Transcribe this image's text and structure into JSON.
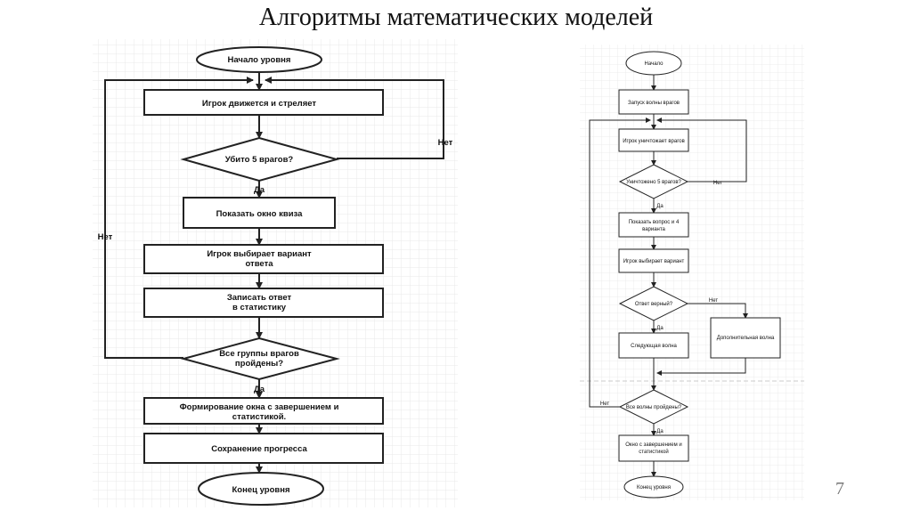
{
  "slide": {
    "title": "Алгоритмы математических моделей",
    "page_number": "7"
  },
  "left_flowchart": {
    "start": "Начало уровня",
    "step_move": "Игрок движется и стреляет",
    "decision_kills": "Убито 5 врагов?",
    "step_quiz": "Показать окно квиза",
    "step_choose_1": "Игрок выбирает вариант",
    "step_choose_2": "ответа",
    "step_record_1": "Записать ответ",
    "step_record_2": "в статистику",
    "decision_groups_1": "Все группы врагов",
    "decision_groups_2": "пройдены?",
    "step_window": "Формирование окна с завершением и",
    "step_window_2": "статистикой.",
    "step_save": "Сохранение прогресса",
    "end": "Конец уровня",
    "label_yes": "Да",
    "label_no": "Нет"
  },
  "right_flowchart": {
    "start": "Начало",
    "step_wave": "Запуск волны врагов",
    "step_destroy": "Игрок уничтожает врагов",
    "decision_destroyed": "Уничтожено 5 врагов?",
    "step_question_1": "Показать вопрос и 4",
    "step_question_2": "варианта",
    "step_choose": "Игрок выбирает вариант",
    "decision_correct": "Ответ верный?",
    "step_next": "Следующая волна",
    "step_extra": "Дополнительная волна",
    "decision_waves": "Все волны пройдены?",
    "step_window_1": "Окно с завершением и",
    "step_window_2": "статистикой",
    "end": "Конец уровня",
    "label_yes": "Да",
    "label_no": "Нет"
  },
  "colors": {
    "background": "#ffffff",
    "grid": "#e4e4e4",
    "stroke": "#222222",
    "text": "#111111"
  }
}
